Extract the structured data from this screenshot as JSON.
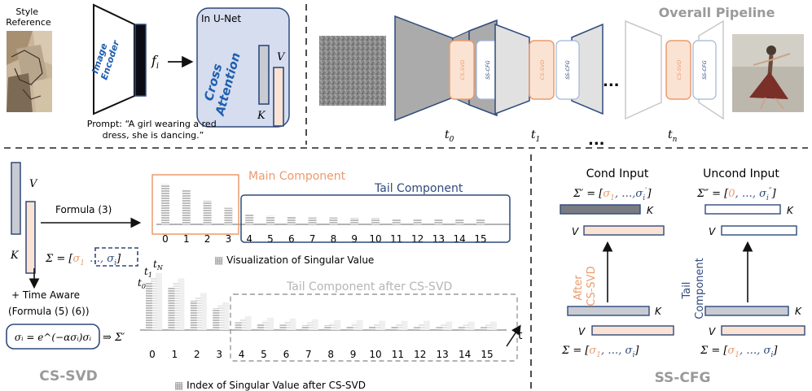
{
  "colors": {
    "orange": "#ec9b6b",
    "orange_fill": "#fbe3d4",
    "blue": "#2f4a7c",
    "blue_text": "#1f5fae",
    "gray_fill": "#c9c9c9",
    "dark": "#111111",
    "light_gray": "#9a9a9a",
    "panel_fill": "#d5ddef"
  },
  "top_left": {
    "style_ref": "Style\nReference",
    "image_encoder": "Image\nEncoder",
    "feature": "f",
    "feature_sub": "i",
    "unet_title": "In U-Net",
    "cross_attention": "Cross\nAttention",
    "v_label": "V",
    "k_label": "K",
    "prompt": "Prompt: “A girl wearing a red\ndress, she is dancing.”"
  },
  "pipeline": {
    "title": "Overall Pipeline",
    "cs_svd": "CS-SVD",
    "ss_cfg": "SS-CFG",
    "ellipsis": "...",
    "t0": "t",
    "t0_sub": "0",
    "t1": "t",
    "t1_sub": "1",
    "tn": "t",
    "tn_sub": "n"
  },
  "cs_svd_panel": {
    "v_label": "V",
    "k_label": "K",
    "formula3": "Formula (3)",
    "sigma_eq": "Σ = [",
    "sigma1": "σ",
    "sigma1_sub": "1",
    "sigma_dots": "…, σ",
    "sigma_i_sub": "i",
    "sigma_close": "]",
    "time_aware": "+ Time Aware",
    "formula56": "(Formula (5) (6))",
    "formula_box": "σᵢ = e^(−ασᵢ)σᵢ",
    "sigma_prime": "⇒ Σ′",
    "main_component": "Main Component",
    "tail_component": "Tail Component",
    "vis_legend": "Visualization of Singular Value",
    "tail_after": "Tail Component after CS-SVD",
    "idx_legend": "Index of Singular Value after CS-SVD",
    "t_arrow": "t",
    "t0_label": "t",
    "t0_sub": "0",
    "t1_label": "t",
    "t1_sub": "1",
    "tN_label": "t",
    "tN_sub": "N",
    "indices": [
      "0",
      "1",
      "2",
      "3",
      "4",
      "5",
      "6",
      "7",
      "8",
      "9",
      "10",
      "11",
      "12",
      "13",
      "14",
      "15"
    ],
    "title": "CS-SVD"
  },
  "ss_cfg_panel": {
    "cond_title": "Cond Input",
    "uncond_title": "Uncond Input",
    "cond_sigma_prefix": "Σ′ = [",
    "cond_sigma_1": "σ",
    "cond_sigma_1_sub": "1",
    "cond_sigma_rest": ", …,σ",
    "cond_sigma_rest_sub": "i",
    "cond_sigma_prime": "′",
    "uncond_sigma_prefix": "Σ″ = [",
    "uncond_sigma_zero": "0",
    "uncond_sigma_rest": ", …, σ",
    "uncond_sigma_rest_sub": "i",
    "uncond_sigma_pp": "″",
    "k_label": "K",
    "v_label": "V",
    "after_cs_svd": "After\nCS-SVD",
    "tail_component": "Tail\nComponent",
    "bottom_sigma_prefix": "Σ = [",
    "bottom_sigma_1": "σ",
    "bottom_sigma_1_sub": "1",
    "bottom_sigma_rest": ", …, σ",
    "bottom_sigma_rest_sub": "i",
    "title": "SS-CFG"
  },
  "chart_data": [
    {
      "type": "bar",
      "title": "",
      "legend": "Visualization of Singular Value",
      "categories": [
        "0",
        "1",
        "2",
        "3",
        "4",
        "5",
        "6",
        "7",
        "8",
        "9",
        "10",
        "11",
        "12",
        "13",
        "14",
        "15"
      ],
      "values": [
        58,
        50,
        34,
        24,
        15,
        12,
        11,
        10,
        10,
        9,
        9,
        8,
        8,
        7,
        7,
        7
      ],
      "groups": [
        {
          "name": "Main Component",
          "categories": [
            "0",
            "1",
            "2",
            "3"
          ]
        },
        {
          "name": "Tail Component",
          "categories": [
            "4",
            "5",
            "6",
            "7",
            "8",
            "9",
            "10",
            "11",
            "12",
            "13",
            "14",
            "15"
          ]
        }
      ]
    },
    {
      "type": "bar",
      "title": "",
      "legend": "Index of Singular Value after CS-SVD",
      "categories": [
        "0",
        "1",
        "2",
        "3",
        "4",
        "5",
        "6",
        "7",
        "8",
        "9",
        "10",
        "11",
        "12",
        "13",
        "14",
        "15"
      ],
      "series": [
        {
          "name": "t0",
          "values": [
            62,
            55,
            38,
            28,
            10,
            8,
            7,
            6,
            6,
            5,
            5,
            5,
            4,
            4,
            4,
            4
          ]
        },
        {
          "name": "t1",
          "values": [
            68,
            61,
            43,
            32,
            14,
            12,
            11,
            10,
            9,
            9,
            8,
            8,
            8,
            7,
            7,
            7
          ]
        },
        {
          "name": "tN",
          "values": [
            74,
            67,
            48,
            36,
            18,
            16,
            15,
            14,
            13,
            13,
            12,
            12,
            12,
            11,
            11,
            11
          ]
        }
      ],
      "annotation": "Tail Component after CS-SVD"
    }
  ]
}
